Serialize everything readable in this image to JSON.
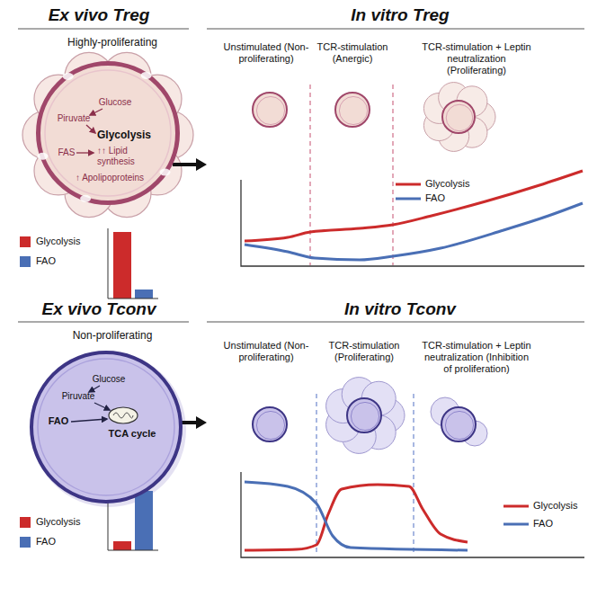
{
  "diagram": {
    "nodes": [
      {
        "text": [
          "Glucose",
          "Piruvate",
          "Glycolysis",
          "FAS",
          "↑↑ Lipid synthesis",
          "↑ Apolipoproteins"
        ]
      },
      {
        "text": [
          "Glucose",
          "Piruvate",
          "TCA cycle",
          "FAO"
        ]
      }
    ],
    "labels": [
      "Ex vivo Treg",
      "In vitro Treg",
      "Highly-proliferating",
      "Unstimulated (Non-proliferating)",
      "TCR-stimulation (Anergic)",
      "TCR-stimulation + Leptin neutralization (Proliferating)",
      "Ex vivo Tconv",
      "In vitro Tconv",
      "Non-proliferating",
      "Unstimulated (Non-proliferating)",
      "TCR-stimulation (Proliferating)",
      "TCR-stimulation + Leptin neutralization (Inhibition of proliferation)"
    ],
    "legend": [
      {
        "text": "Glycolysis",
        "color": "#cc2b2b"
      },
      {
        "text": "FAO",
        "color": "#4a6fb5"
      },
      {
        "text": "Glycolysis"
      },
      {
        "text": "FAO"
      },
      {
        "text": "Glycolysis",
        "color": "#cc2b2b"
      },
      {
        "text": "FAO",
        "color": "#4a6fb5"
      },
      {
        "text": "Glycolysis"
      },
      {
        "text": "FAO"
      }
    ]
  }
}
